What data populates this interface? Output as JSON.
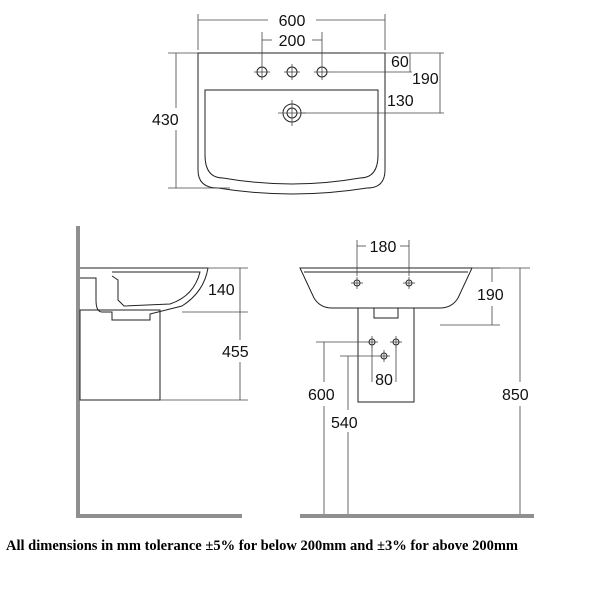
{
  "top_view": {
    "width_label": "600",
    "tap_spacing_label": "200",
    "edge_to_tap_label": "60",
    "depth_to_waste_label": "190",
    "front_to_waste_label": "130",
    "total_depth_label": "430"
  },
  "side_view": {
    "bowl_depth_label": "140",
    "pedestal_height_label": "455"
  },
  "front_view": {
    "tap_spacing_label": "180",
    "bowl_height_label": "190",
    "waste_spacing_label": "80",
    "rim_height_label": "850",
    "fixing_height_label": "600",
    "waste_height_label": "540"
  },
  "caption": "All dimensions in mm tolerance ±5% for below 200mm and ±3% for above 200mm"
}
